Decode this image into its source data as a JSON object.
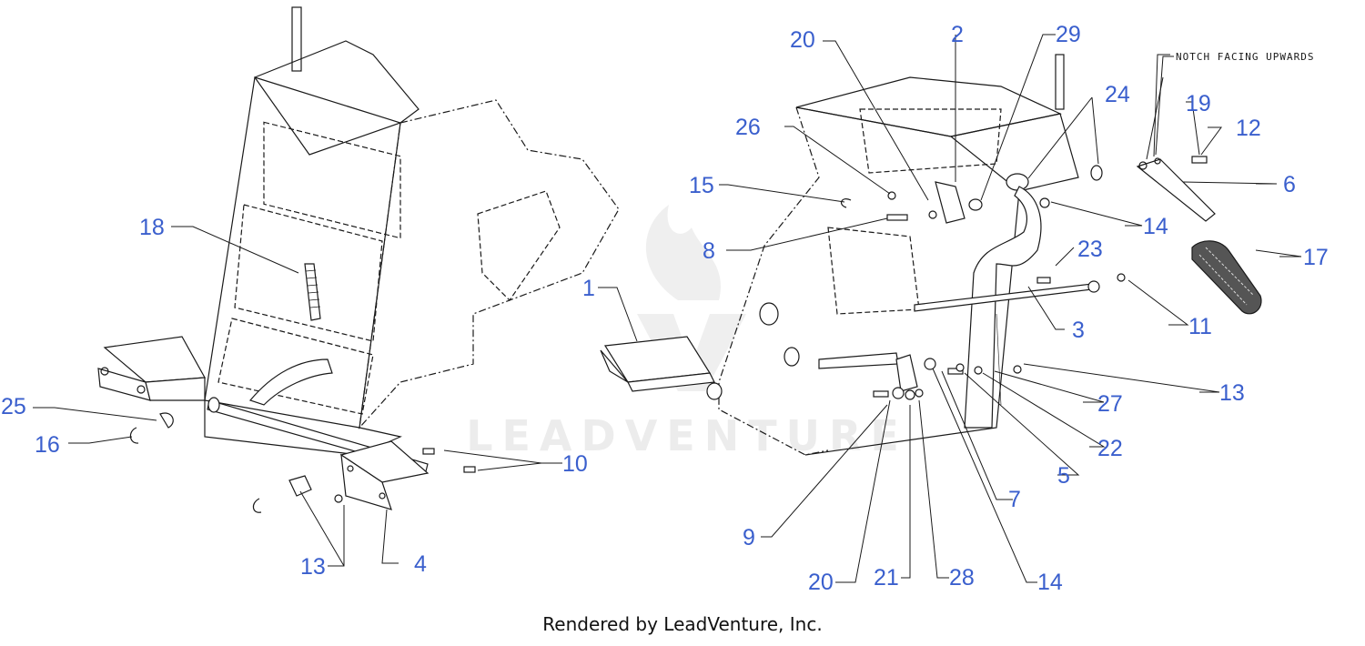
{
  "colors": {
    "callout": "#3a5fcd",
    "line": "#1a1a1a",
    "watermark": "#ececec"
  },
  "watermark": {
    "text": "LEADVENTURE",
    "icon": "flame-logo-icon"
  },
  "note": "NOTCH FACING UPWARDS",
  "footer": "Rendered by LeadVenture, Inc.",
  "callouts": {
    "c18": "18",
    "c25": "25",
    "c16": "16",
    "c10": "10",
    "c13a": "13",
    "c4": "4",
    "c1": "1",
    "c20a": "20",
    "c2": "2",
    "c29": "29",
    "c24": "24",
    "c19": "19",
    "c12": "12",
    "c26": "26",
    "c15": "15",
    "c8": "8",
    "c6": "6",
    "c14a": "14",
    "c17": "17",
    "c23": "23",
    "c11": "11",
    "c3": "3",
    "c13b": "13",
    "c27": "27",
    "c22": "22",
    "c5": "5",
    "c7": "7",
    "c9": "9",
    "c20b": "20",
    "c21": "21",
    "c28": "28",
    "c14b": "14"
  }
}
